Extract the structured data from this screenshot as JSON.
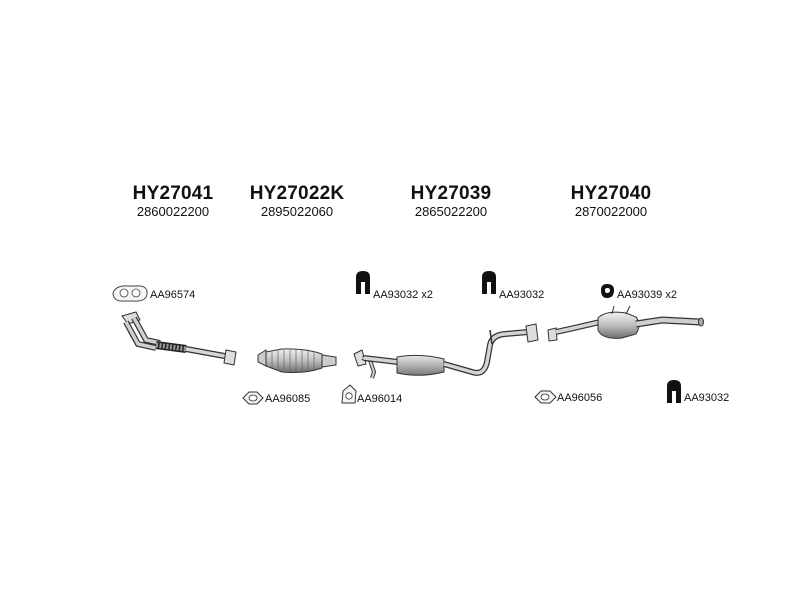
{
  "assemblies": [
    {
      "code": "HY27041",
      "oe": "2860022200"
    },
    {
      "code": "HY27022K",
      "oe": "2895022060"
    },
    {
      "code": "HY27039",
      "oe": "2865022200"
    },
    {
      "code": "HY27040",
      "oe": "2870022000"
    }
  ],
  "parts": [
    {
      "label": "AA96574"
    },
    {
      "label": "AA93032 x2"
    },
    {
      "label": "AA93032"
    },
    {
      "label": "AA93039 x2"
    },
    {
      "label": "AA96085"
    },
    {
      "label": "AA96014"
    },
    {
      "label": "AA96056"
    },
    {
      "label": "AA93032"
    }
  ]
}
